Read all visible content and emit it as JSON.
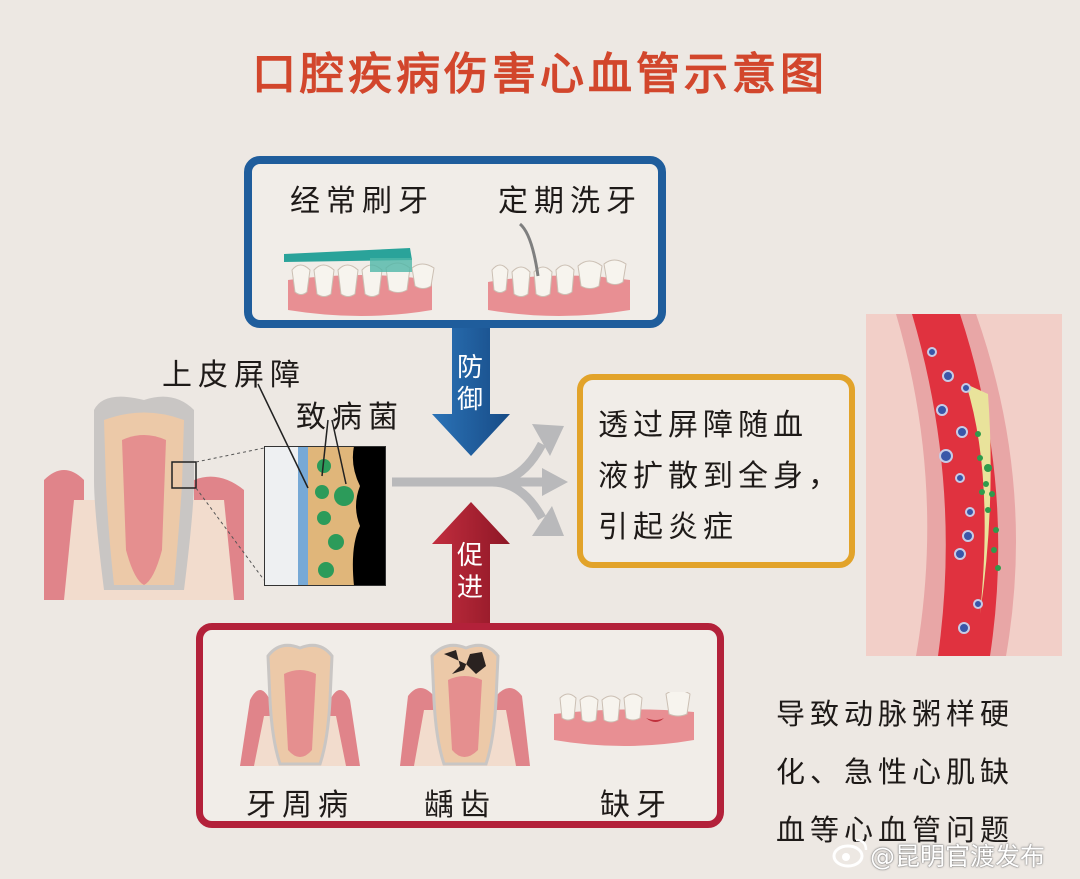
{
  "title": "口腔疾病伤害心血管示意图",
  "colors": {
    "title": "#d2462c",
    "defense_blue": "#1f5d9c",
    "promote_red": "#b3213a",
    "result_orange": "#e2a32a",
    "flow_gray": "#b9b9bb",
    "background": "#ede8e3"
  },
  "defense_box": {
    "items": [
      {
        "label": "经常刷牙",
        "icon": "toothbrush-teeth-illustration"
      },
      {
        "label": "定期洗牙",
        "icon": "dental-scaling-illustration"
      }
    ]
  },
  "defense_arrow": {
    "label_1": "防",
    "label_2": "御",
    "direction": "down"
  },
  "promote_arrow": {
    "label_1": "促",
    "label_2": "进",
    "direction": "up"
  },
  "tooth_diagram": {
    "label_barrier": "上皮屏障",
    "label_bacteria": "致病菌"
  },
  "result_box": {
    "line_1": "透过屏障随血",
    "line_2": "液扩散到全身，",
    "line_3": "引起炎症"
  },
  "promote_box": {
    "items": [
      {
        "label": "牙周病",
        "icon": "periodontal-tooth-illustration"
      },
      {
        "label": "龋齿",
        "icon": "cavity-tooth-illustration"
      },
      {
        "label": "缺牙",
        "icon": "missing-tooth-illustration"
      }
    ]
  },
  "outcome": {
    "line_1": "导致动脉粥样硬",
    "line_2": "化、急性心肌缺",
    "line_3": "血等心血管问题"
  },
  "watermark": "@昆明官渡发布"
}
